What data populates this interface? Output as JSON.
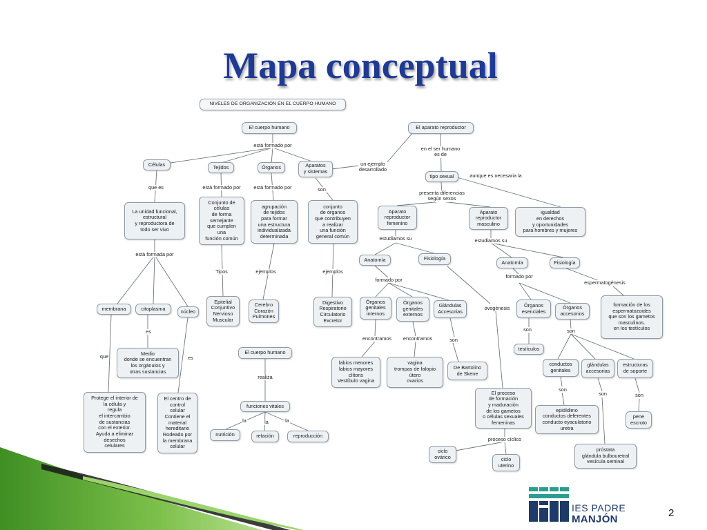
{
  "slide": {
    "title": "Mapa conceptual",
    "page_number": "2"
  },
  "logo": {
    "line1": "IES PADRE",
    "line2": "MANJÓN"
  },
  "nodes": {
    "title": "NIVELES DE ORGANIZACIÓN EN EL CUERPO HUMANO",
    "cuerpo": "El cuerpo humano",
    "celulas": "Células",
    "tejidos": "Tejidos",
    "organos": "Órganos",
    "aparatos": "Aparatos\ny sistemas",
    "celula_def": "La  unidad funcional,\nestructural\ny reproductora de\ntodo ser vivo",
    "tejido_def": "Conjunto de\ncélulas\nde forma\nsemejante\nque cumplen\nuna\nfunción común",
    "organo_def": "agrupación\nde tejidos\npara formar\nuna estructura\nindividualizada\ndeterminada",
    "aparato_def": "conjunto\nde órganos\nque contribuyen\na realizar\nuna función\ngeneral común",
    "tejido_tipos": "Epitelial\nConjuntivo\nNervioso\nMuscular",
    "organo_ej": "Cerebro\nCorazón\nPulmones",
    "aparato_ej": "Digestivo\nRespiratorio\nCirculatorio\nExcretor",
    "membrana": "membrana",
    "citoplasma": "citoplasma",
    "nucleo": "núcleo",
    "medio": "Medio\ndonde se encuentran\nlos orgánulos y\notras sustancias",
    "protege": "Protege el interior de\nla célula y\nregula\nel intercambio\nde sustancias\ncon el exterior.\nAyuda a eliminar\ndesechos\ncelulares",
    "centro": "El centro de\ncontrol\ncelular\nContiene el\nmaterial\nhereditario\nRodeado por\nla membrana\ncelular",
    "cuerpo2": "El cuerpo humano",
    "funciones": "funciones vitales",
    "nutricion": "nutrición",
    "relacion": "relación",
    "reproduccion": "reproducción",
    "aparato_rep": "El aparato reproductor",
    "tipo_sexual": "tipo sexual",
    "igualdad": "igualdad\nen derechos\ny oportunidades\npara hombres y mujeres",
    "femenino": "Aparato\nreproductor\nfemenino",
    "masculino": "Aparato\nreproductor\nmasculino",
    "anatomia_f": "Anatomía",
    "fisiologia_f": "Fisiología",
    "anatomia_m": "Anatomía",
    "fisiologia_m": "Fisiología",
    "genitales_int": "Órganos\ngenitales\ninternos",
    "genitales_ext": "Órganos\ngenitales\nexternos",
    "glandulas_acc": "Glándulas\nAccesorias",
    "labios": "labios menores\nlabios mayores\nclítoris\nVestíbulo vagina",
    "vagina": "vagina\ntrompas de falopio\nútero\novarios",
    "bartolino": "De Bartolino\nde Skene",
    "proceso": "El proceso\nde formación\ny maduración\nde los gametos\no células sexuales\nfemeninas",
    "ciclo_ovarico": "ciclo\novárico",
    "ciclo_uterino": "ciclo\nuterino",
    "org_esenciales": "Órganos\nesenciales",
    "org_accesorios": "Órganos\naccesorios",
    "testiculos": "testículos",
    "formacion_esp": "formación de los\nespermatozoides\nque son los gametos\nmasculinos.\nen los testículos",
    "conductos": "conductos\ngenitales",
    "glandulas_m": "glándulas\naccesorias",
    "estructuras": "estructuras\nde soporte",
    "epididimo": "epidídimo\nconductos deferentes\nconducto eyaculatorio\nuretra",
    "prostata": "próstata\nglándula bulbouretral\nvesícula seminal",
    "pene": "pene\nescroto"
  },
  "links": {
    "formado_por": "está formado por",
    "que_es": "que es",
    "esta_formado_1": "está formado por",
    "esta_formado_2": "está formado por",
    "son_1": "son",
    "esta_formada": "está formada por",
    "tipos": "Tipos",
    "ejemplos_1": "ejemplos",
    "ejemplos_2": "ejemplos",
    "que": "que",
    "es_1": "es",
    "es_2": "es",
    "realiza": "realiza",
    "la_1": "la",
    "la_2": "la",
    "la_3": "la",
    "un_ejemplo": "un ejemplo\ndesarrollado",
    "en_ser_humano": "en el ser humano\nes de",
    "aunque": "aunque es necesaria la",
    "presenta": "presenta diferencias\nsegún sexos",
    "estudiamos_1": "estudiamos su",
    "estudiamos_2": "estudiamos su",
    "formado_por_f": "formado por",
    "formado_por_m": "formado por",
    "espermatogenesis": "espermatogénesis",
    "encontramos_1": "encontramos",
    "encontramos_2": "encontramos",
    "son_2": "son",
    "ovogenesis": "ovogénesis",
    "proceso_ciclico": "proceso cíclico",
    "son_3": "son",
    "son_4": "son",
    "son_5": "son",
    "son_6": "son",
    "son_7": "son"
  },
  "colors": {
    "title": "#1f3a93",
    "box_fill": "#eef1f4",
    "box_border": "#8e9aa4",
    "line": "#6c757d",
    "deco_green": "#6db33f",
    "logo_blue": "#1f3a66",
    "logo_teal": "#2a9d8f"
  }
}
